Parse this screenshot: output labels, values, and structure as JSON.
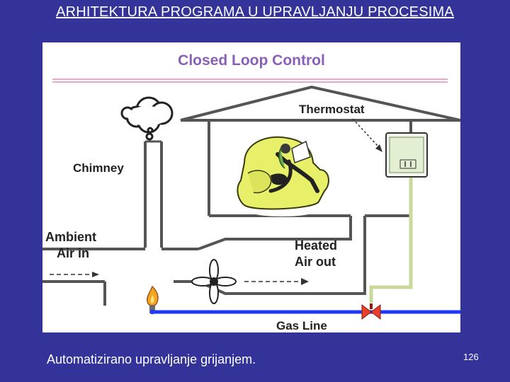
{
  "slide": {
    "title": "ARHITEKTURA PROGRAMA U UPRAVLJANJU PROCESIMA",
    "caption": "Automatizirano upravljanje grijanjem.",
    "page_number": "126"
  },
  "diagram": {
    "title": "Closed Loop Control",
    "labels": {
      "thermostat": "Thermostat",
      "chimney": "Chimney",
      "ambient_line1": "Ambient",
      "ambient_line2": "Air in",
      "heated_line1": "Heated",
      "heated_line2": "Air out",
      "gas_line": "Gas Line"
    },
    "colors": {
      "title_text": "#8a5fb8",
      "title_rule": "#f0a6c8",
      "gas_line": "#1f36ff",
      "signal_wire": "#c9d99a",
      "valve": "#e8402a",
      "flame": "#f5a623"
    }
  }
}
